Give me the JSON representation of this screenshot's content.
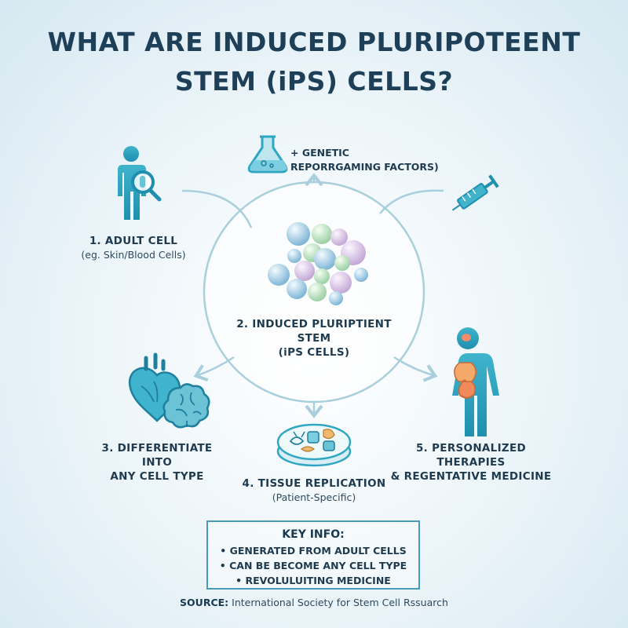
{
  "title": {
    "line1": "WHAT ARE INDUCED PLURIPOTEENT",
    "line2": "STEM (iPS) CELLS?"
  },
  "steps": {
    "genetic": {
      "line1": "+ GENETIC",
      "line2": "REPORRGAMING FACTORS)"
    },
    "adult": {
      "title": "1. ADULT CELL",
      "sub": "(eg. Skin/Blood Cells)"
    },
    "ips": {
      "line1": "2. INDUCED PLURIPTIENT STEM",
      "line2": "(iPS CELLS)"
    },
    "differentiate": {
      "line1": "3. DIFFERENTIATE INTO",
      "line2": "ANY CELL TYPE"
    },
    "tissue": {
      "title": "4. TISSUE REPLICATION",
      "sub": "(Patient-Specific)"
    },
    "therapies": {
      "line1": "5. PERSONALIZED THERAPIES",
      "line2": "& REGENTATIVE MEDICINE"
    }
  },
  "key_info": {
    "title": "KEY INFO:",
    "items": [
      "GENERATED FROM ADULT CELLS",
      "CAN BE BECOME ANY CELL TYPE",
      "REVOLULUITING MEDICINE"
    ]
  },
  "source": {
    "label": "SOURCE:",
    "text": "International Society for Stem Cell Rssuarch"
  },
  "icons": [
    "adult-human-magnifier-icon",
    "flask-icon",
    "syringe-icon",
    "heart-icon",
    "brain-icon",
    "petri-dish-icon",
    "human-organs-icon",
    "cell-cluster-icon"
  ],
  "colors": {
    "accent": "#2fa6c2",
    "line": "#a9cfdc",
    "title": "#1d3f58",
    "box_border": "#4a9bb8"
  }
}
